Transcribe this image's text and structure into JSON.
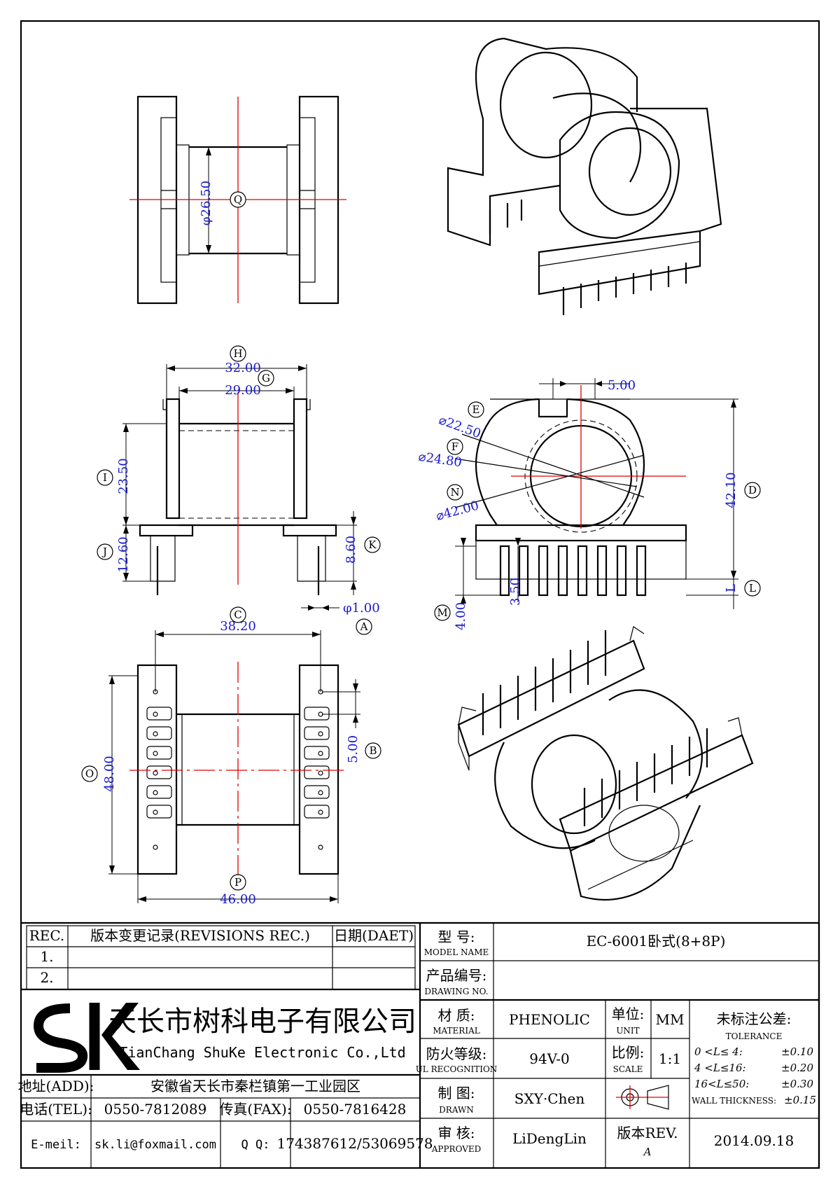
{
  "dimensions": {
    "phi26_50": "φ26.50",
    "d32": "32.00",
    "d29": "29.00",
    "d23_50": "23.50",
    "d12_60": "12.60",
    "d8_60": "8.60",
    "phi1_00": "φ1.00",
    "d5_00_top": "5.00",
    "phi22_50": "⌀22.50",
    "phi24_80": "⌀24.80",
    "phi42_00": "⌀42.00",
    "d42_10": "42.10",
    "d4_00": "4.00",
    "d3_50": "3.50",
    "d38_20": "38.20",
    "d48": "48.00",
    "d5_00_side": "5.00",
    "d46": "46.00",
    "L": "L"
  },
  "labels": {
    "Q": "Q",
    "H": "H",
    "G": "G",
    "I": "I",
    "J": "J",
    "K": "K",
    "A": "A",
    "E": "E",
    "F": "F",
    "N": "N",
    "D": "D",
    "L": "L",
    "M": "M",
    "C": "C",
    "O": "O",
    "B": "B",
    "P": "P"
  },
  "revisions": {
    "header_rec": "REC.",
    "header_record": "版本变更记录(REVISIONS REC.)",
    "header_date": "日期(DAET)",
    "rows": [
      "1.",
      "2."
    ]
  },
  "company": {
    "logo": "SK",
    "name_cn": "天长市树科电子有限公司",
    "name_en": "TianChang ShuKe Electronic Co.,Ltd"
  },
  "contact": {
    "addr_label": "地址(ADD):",
    "addr_value": "安徽省天长市秦栏镇第一工业园区",
    "tel_label": "电话(TEL):",
    "tel_value": "0550-7812089",
    "fax_label": "传真(FAX):",
    "fax_value": "0550-7816428",
    "mail_label": "E-meil:",
    "mail_value": "sk.li@foxmail.com",
    "qq_label": "Q Q:",
    "qq_value": "174387612/53069578"
  },
  "title_block": {
    "model_label_cn": "型  号:",
    "model_label_en": "MODEL NAME",
    "model_value": "EC-6001卧式(8+8P)",
    "drawing_label_cn": "产品编号:",
    "drawing_label_en": "DRAWING NO.",
    "drawing_value": "",
    "material_label_cn": "材  质:",
    "material_label_en": "MATERIAL",
    "material_value": "PHENOLIC",
    "unit_label_cn": "单位:",
    "unit_label_en": "UNIT",
    "unit_value": "MM",
    "fire_label_cn": "防火等级:",
    "fire_label_en": "UL RECOGNITION",
    "fire_value": "94V-0",
    "scale_label_cn": "比例:",
    "scale_label_en": "SCALE",
    "scale_value": "1:1",
    "drawn_label_cn": "制  图:",
    "drawn_label_en": "DRAWN",
    "drawn_value": "SXY·Chen",
    "approved_label_cn": "审  核:",
    "approved_label_en": "APPROVED",
    "approved_value": "LiDengLin",
    "rev_label": "版本REV.",
    "rev_value": "A",
    "date_value": "2014.09.18"
  },
  "tolerance": {
    "title_cn": "未标注公差:",
    "title_en": "TOLERANCE",
    "rows": [
      {
        "range": "0 <L≤ 4:",
        "value": "±0.10"
      },
      {
        "range": "4 <L≤16:",
        "value": "±0.20"
      },
      {
        "range": "16<L≤50:",
        "value": "±0.30"
      }
    ],
    "wall_label": "WALL THICKNESS:",
    "wall_value": "±0.15"
  }
}
